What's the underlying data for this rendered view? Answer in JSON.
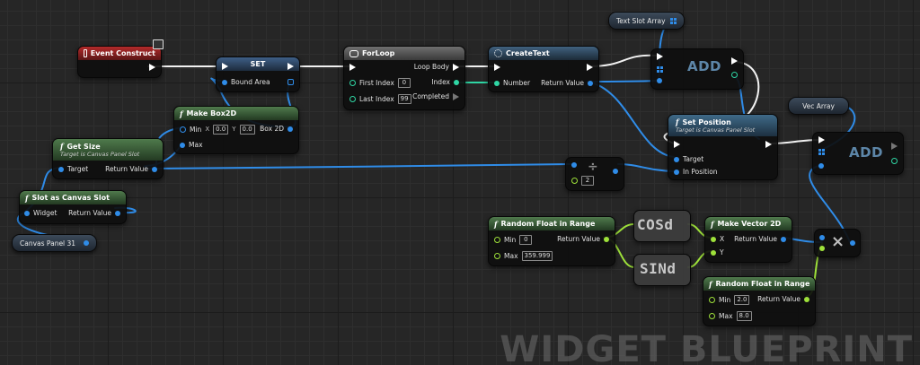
{
  "nodes": {
    "event_construct": {
      "title": "Event Construct"
    },
    "set": {
      "title": "SET",
      "pin_bound_area": "Bound Area"
    },
    "for_loop": {
      "title": "ForLoop",
      "loop_body": "Loop Body",
      "first_index": "First Index",
      "first_index_val": "0",
      "index": "Index",
      "last_index": "Last Index",
      "last_index_val": "99",
      "completed": "Completed"
    },
    "create_text": {
      "title": "CreateText",
      "number": "Number",
      "return_value": "Return Value"
    },
    "make_box2d": {
      "title": "Make Box2D",
      "min": "Min",
      "min_x_label": "X",
      "min_x": "0.0",
      "min_y_label": "Y",
      "min_y": "0.0",
      "max": "Max",
      "box2d": "Box 2D"
    },
    "get_size": {
      "title": "Get Size",
      "subtitle": "Target is Canvas Panel Slot",
      "target": "Target",
      "return_value": "Return Value"
    },
    "slot_as_canvas_slot": {
      "title": "Slot as Canvas Slot",
      "widget": "Widget",
      "return_value": "Return Value"
    },
    "canvas_panel_var": {
      "label": "Canvas Panel 31"
    },
    "text_slot_array_var": {
      "label": "Text Slot Array"
    },
    "vec_array_var": {
      "label": "Vec Array"
    },
    "add_1": {
      "label": "ADD"
    },
    "add_2": {
      "label": "ADD"
    },
    "set_position": {
      "title": "Set Position",
      "subtitle": "Target is Canvas Panel Slot",
      "target": "Target",
      "in_position": "In Position"
    },
    "divide": {
      "value": "2",
      "symbol": "÷"
    },
    "random_float_1": {
      "title": "Random Float in Range",
      "min": "Min",
      "min_val": "0",
      "max": "Max",
      "max_val": "359.999",
      "return_value": "Return Value"
    },
    "cos": {
      "label": "COSd"
    },
    "sin": {
      "label": "SINd"
    },
    "make_vector2d": {
      "title": "Make Vector 2D",
      "x": "X",
      "y": "Y",
      "return_value": "Return Value"
    },
    "random_float_2": {
      "title": "Random Float in Range",
      "min": "Min",
      "min_val": "2.0",
      "max": "Max",
      "max_val": "8.0",
      "return_value": "Return Value"
    },
    "multiply": {
      "symbol": "×"
    }
  },
  "watermark": "WIDGET BLUEPRINT",
  "colors": {
    "exec": "#ffffff",
    "object": "#2f8ce8",
    "float": "#9ee13a",
    "int": "#2fd6a4"
  }
}
